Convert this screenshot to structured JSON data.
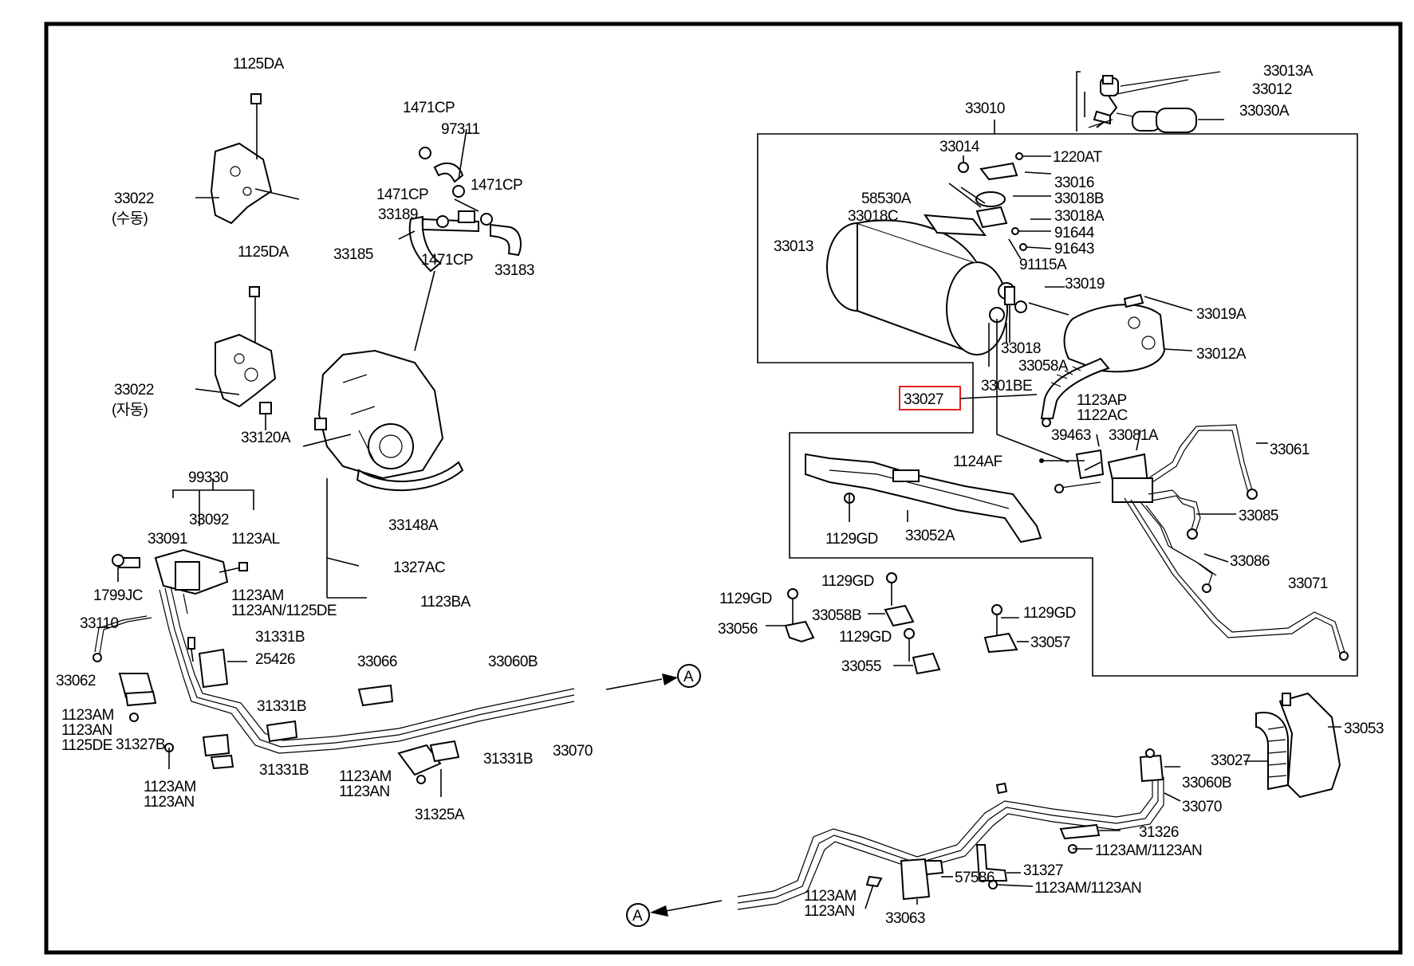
{
  "callouts": {
    "l_1125da_top": "1125DA",
    "l_33022_manual": "33022",
    "l_33022_manual_note": "(수동)",
    "l_1125da_mid": "1125DA",
    "l_33022_auto": "33022",
    "l_33022_auto_note": "(자동)",
    "l_33120a": "33120A",
    "l_1471cp_top": "1471CP",
    "l_97311": "97311",
    "l_1471cp_left": "1471CP",
    "l_1471cp_right": "1471CP",
    "l_33189": "33189",
    "l_33185": "33185",
    "l_1471cp_low": "1471CP",
    "l_33183": "33183",
    "l_33148a": "33148A",
    "l_1327ac": "1327AC",
    "l_1123ba": "1123BA",
    "l_99330": "99330",
    "l_33091": "33091",
    "l_33092": "33092",
    "l_1123al": "1123AL",
    "l_1799jc": "1799JC",
    "l_1123am_a": "1123AM",
    "l_1123an_1125de": "1123AN/1125DE",
    "l_33110": "33110",
    "l_31331b_1": "31331B",
    "l_25426": "25426",
    "l_33062": "33062",
    "l_1123am_b": "1123AM",
    "l_1123an_b": "1123AN",
    "l_1125de_b": "1125DE",
    "l_31331b_2": "31331B",
    "l_31327b": "31327B",
    "l_31331b_3": "31331B",
    "l_1123am_c": "1123AM",
    "l_1123an_c": "1123AN",
    "l_33066": "33066",
    "l_33060b_left": "33060B",
    "l_33070_left": "33070",
    "l_31331b_4": "31331B",
    "l_1123am_d": "1123AM",
    "l_1123an_d": "1123AN",
    "l_31325a": "31325A",
    "l_a_top": "A",
    "l_33013a": "33013A",
    "l_33012": "33012",
    "l_33030a": "33030A",
    "l_33010": "33010",
    "l_33014": "33014",
    "l_1220at": "1220AT",
    "l_33016": "33016",
    "l_58530a": "58530A",
    "l_33018b": "33018B",
    "l_33018c": "33018C",
    "l_33018a": "33018A",
    "l_91644": "91644",
    "l_33013": "33013",
    "l_91643": "91643",
    "l_91115a": "91115A",
    "l_33019": "33019",
    "l_33019a": "33019A",
    "l_33018": "33018",
    "l_33012a": "33012A",
    "l_33058a": "33058A",
    "l_3301be": "3301BE",
    "l_33027_boxed": "33027",
    "l_1123ap": "1123AP",
    "l_1122ac": "1122AC",
    "l_39463": "39463",
    "l_33081a": "33081A",
    "l_33061": "33061",
    "l_1124af": "1124AF",
    "l_33085": "33085",
    "l_1129gd_a": "1129GD",
    "l_33052a": "33052A",
    "l_33086": "33086",
    "l_33071": "33071",
    "l_1129gd_b": "1129GD",
    "l_1129gd_c": "1129GD",
    "l_33058b": "33058B",
    "l_1129gd_d": "1129GD",
    "l_33056": "33056",
    "l_1129gd_e": "1129GD",
    "l_33057": "33057",
    "l_33055": "33055",
    "l_33053": "33053",
    "l_33027_low": "33027",
    "l_33060b_right": "33060B",
    "l_33070_right": "33070",
    "l_31326": "31326",
    "l_1123am_1123an_a": "1123AM/1123AN",
    "l_31327": "31327",
    "l_57586": "57586",
    "l_1123am_1123an_b": "1123AM/1123AN",
    "l_1123am_e": "1123AM",
    "l_1123an_e": "1123AN",
    "l_33063": "33063",
    "l_a_bottom": "A"
  }
}
